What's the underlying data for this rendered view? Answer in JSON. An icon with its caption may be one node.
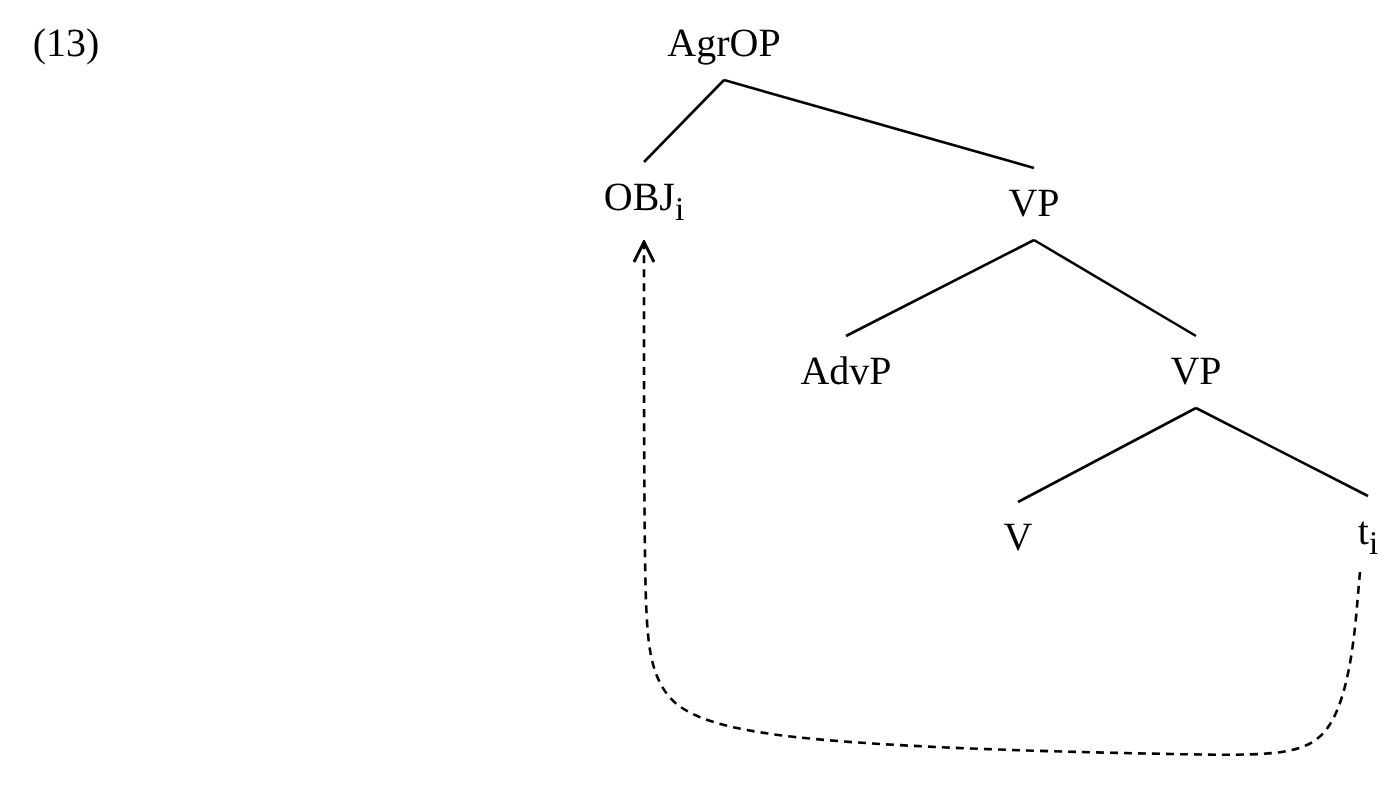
{
  "diagram": {
    "nodes": [
      {
        "text": [
          "AgrOP"
        ]
      },
      {
        "text": [
          "OBJ$_{i}$"
        ]
      },
      {
        "text": [
          "VP"
        ]
      },
      {
        "text": [
          "AdvP"
        ]
      },
      {
        "text": [
          "VP"
        ]
      },
      {
        "text": [
          "V"
        ]
      },
      {
        "text": [
          "t$_{i}$"
        ]
      }
    ],
    "edges": [
      {
        "from": 0,
        "to": 1,
        "arrow": "none"
      },
      {
        "from": 0,
        "to": 2,
        "arrow": "none"
      },
      {
        "from": 2,
        "to": 3,
        "arrow": "none"
      },
      {
        "from": 2,
        "to": 4,
        "arrow": "none"
      },
      {
        "from": 4,
        "to": 5,
        "arrow": "none"
      },
      {
        "from": 4,
        "to": 6,
        "arrow": "none"
      },
      {
        "from": 6,
        "to": 1,
        "arrow": "to",
        "style": "dashed"
      }
    ],
    "labels": [
      "(13)"
    ]
  }
}
